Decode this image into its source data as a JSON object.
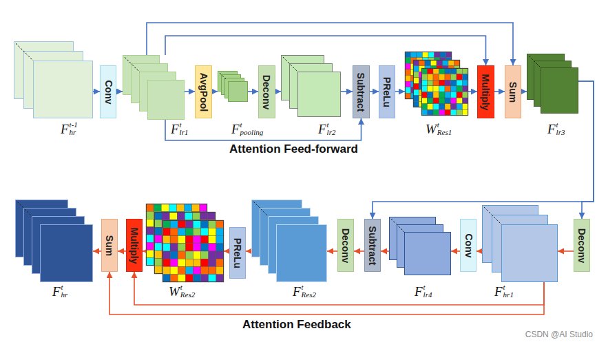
{
  "diagram": {
    "nodes": [
      {
        "text": [
          "F",
          "t-1",
          "hr"
        ]
      },
      {
        "text": [
          "Conv"
        ]
      },
      {
        "text": [
          "F",
          "t",
          "lr1"
        ]
      },
      {
        "text": [
          "AvgPool"
        ]
      },
      {
        "text": [
          "F",
          "t",
          "pooling"
        ]
      },
      {
        "text": [
          "Deconv"
        ]
      },
      {
        "text": [
          "F",
          "t",
          "lr2"
        ]
      },
      {
        "text": [
          "Subtract"
        ]
      },
      {
        "text": [
          "PReLu"
        ]
      },
      {
        "text": [
          "W",
          "t",
          "Res1"
        ]
      },
      {
        "text": [
          "Multiply"
        ]
      },
      {
        "text": [
          "Sum"
        ]
      },
      {
        "text": [
          "F",
          "t",
          "lr3"
        ]
      },
      {
        "text": [
          "Deconv"
        ]
      },
      {
        "text": [
          "F",
          "t",
          "hr1"
        ]
      },
      {
        "text": [
          "Conv"
        ]
      },
      {
        "text": [
          "F",
          "t",
          "lr4"
        ]
      },
      {
        "text": [
          "Subtract"
        ]
      },
      {
        "text": [
          "Deconv"
        ]
      },
      {
        "text": [
          "F",
          "t",
          "Res2"
        ]
      },
      {
        "text": [
          "PReLu"
        ]
      },
      {
        "text": [
          "W",
          "t",
          "Res2"
        ]
      },
      {
        "text": [
          "Multiply"
        ]
      },
      {
        "text": [
          "Sum"
        ]
      },
      {
        "text": [
          "F",
          "t",
          "hr"
        ]
      }
    ],
    "edges": [
      {
        "from": 0,
        "to": 1,
        "arrow": "to"
      },
      {
        "from": 1,
        "to": 2,
        "arrow": "to"
      },
      {
        "from": 2,
        "to": 3,
        "arrow": "to"
      },
      {
        "from": 3,
        "to": 4,
        "arrow": "to"
      },
      {
        "from": 4,
        "to": 5,
        "arrow": "to"
      },
      {
        "from": 5,
        "to": 6,
        "arrow": "to"
      },
      {
        "from": 6,
        "to": 7,
        "arrow": "to"
      },
      {
        "from": 7,
        "to": 8,
        "arrow": "to"
      },
      {
        "from": 8,
        "to": 9,
        "arrow": "to"
      },
      {
        "from": 9,
        "to": 10,
        "arrow": "to"
      },
      {
        "from": 10,
        "to": 11,
        "arrow": "to"
      },
      {
        "from": 11,
        "to": 12,
        "arrow": "to"
      },
      {
        "from": 2,
        "to": 10,
        "arrow": "to"
      },
      {
        "from": 2,
        "to": 11,
        "arrow": "to"
      },
      {
        "from": 2,
        "to": 7,
        "arrow": "to"
      },
      {
        "from": 12,
        "to": 13,
        "arrow": "to"
      },
      {
        "from": 12,
        "to": 17,
        "arrow": "to"
      },
      {
        "from": 13,
        "to": 14,
        "arrow": "to"
      },
      {
        "from": 14,
        "to": 15,
        "arrow": "to"
      },
      {
        "from": 15,
        "to": 16,
        "arrow": "to"
      },
      {
        "from": 16,
        "to": 17,
        "arrow": "to"
      },
      {
        "from": 17,
        "to": 18,
        "arrow": "to"
      },
      {
        "from": 18,
        "to": 19,
        "arrow": "to"
      },
      {
        "from": 19,
        "to": 20,
        "arrow": "to"
      },
      {
        "from": 20,
        "to": 21,
        "arrow": "to"
      },
      {
        "from": 21,
        "to": 22,
        "arrow": "to"
      },
      {
        "from": 22,
        "to": 23,
        "arrow": "to"
      },
      {
        "from": 23,
        "to": 24,
        "arrow": "to"
      },
      {
        "from": 14,
        "to": 22,
        "arrow": "to"
      },
      {
        "from": 14,
        "to": 23,
        "arrow": "to"
      }
    ],
    "labels": [
      "Attention Feed-forward",
      "Attention Feedback",
      "CSDN @AI Studio"
    ]
  }
}
